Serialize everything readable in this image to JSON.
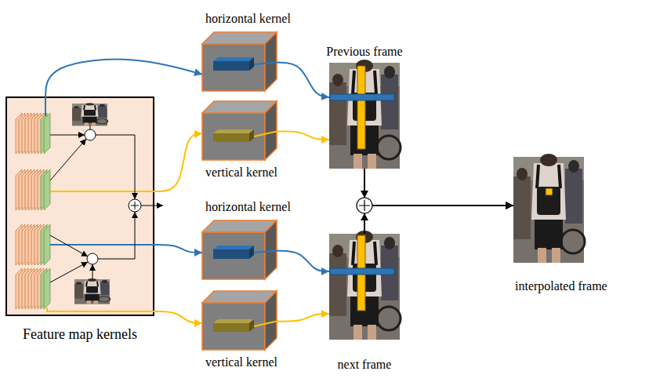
{
  "diagram": {
    "nodes": [
      {
        "text": [
          "Feature map kernels"
        ]
      },
      {
        "text": [
          "horizontal kernel"
        ]
      },
      {
        "text": [
          "vertical kernel"
        ]
      },
      {
        "text": [
          "horizontal kernel"
        ]
      },
      {
        "text": [
          "vertical kernel"
        ]
      },
      {
        "text": [
          "Previous frame"
        ]
      },
      {
        "text": [
          "next frame"
        ]
      },
      {
        "text": [
          "interpolated frame"
        ]
      }
    ],
    "edges": [
      {
        "from": 0,
        "to": 1,
        "arrow": "to"
      },
      {
        "from": 0,
        "to": 2,
        "arrow": "to"
      },
      {
        "from": 0,
        "to": 3,
        "arrow": "to"
      },
      {
        "from": 0,
        "to": 4,
        "arrow": "to"
      },
      {
        "from": 1,
        "to": 5,
        "arrow": "to"
      },
      {
        "from": 2,
        "to": 5,
        "arrow": "to"
      },
      {
        "from": 3,
        "to": 6,
        "arrow": "to"
      },
      {
        "from": 4,
        "to": 6,
        "arrow": "to"
      },
      {
        "from": 5,
        "to": 7,
        "arrow": "to"
      },
      {
        "from": 6,
        "to": 7,
        "arrow": "to"
      }
    ]
  }
}
